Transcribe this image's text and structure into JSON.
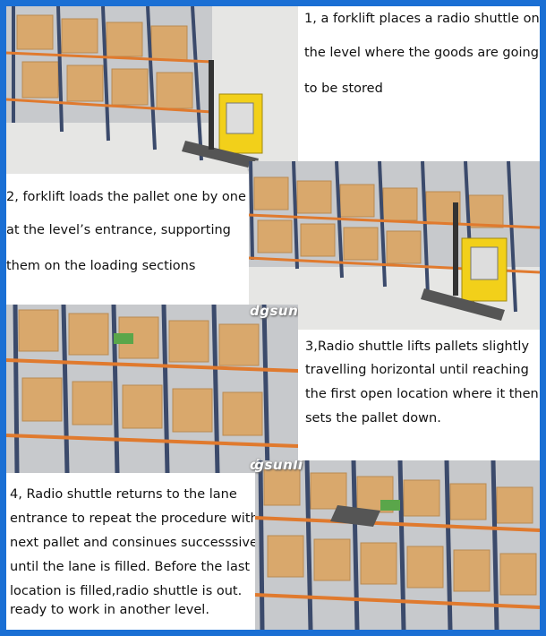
{
  "watermark": "dgsunli",
  "steps": [
    {
      "lines": [
        "1, a forklift places a radio shuttle on",
        "the level where the goods are going",
        "to be stored"
      ]
    },
    {
      "lines": [
        "2, forklift loads the pallet one by one",
        " at the level’s entrance, supporting",
        " them on the loading sections"
      ]
    },
    {
      "lines": [
        "3,Radio shuttle lifts pallets slightly",
        "travelling horizontal until reaching",
        "the first open location where it then",
        "sets the pallet down."
      ]
    },
    {
      "lines": [
        " 4, Radio shuttle returns to the lane",
        "entrance to repeat the procedure with",
        "next pallet and consinues successsively",
        "until the lane is filled. Before the last",
        "location is filled,radio shuttle is out.",
        "ready to work in another level."
      ]
    }
  ],
  "colors": {
    "border": "#1a6fd4",
    "rack_upright": "#3b4a6b",
    "rack_beam": "#e07a2e",
    "box": "#d9a86c",
    "forklift": "#f2d01a"
  }
}
